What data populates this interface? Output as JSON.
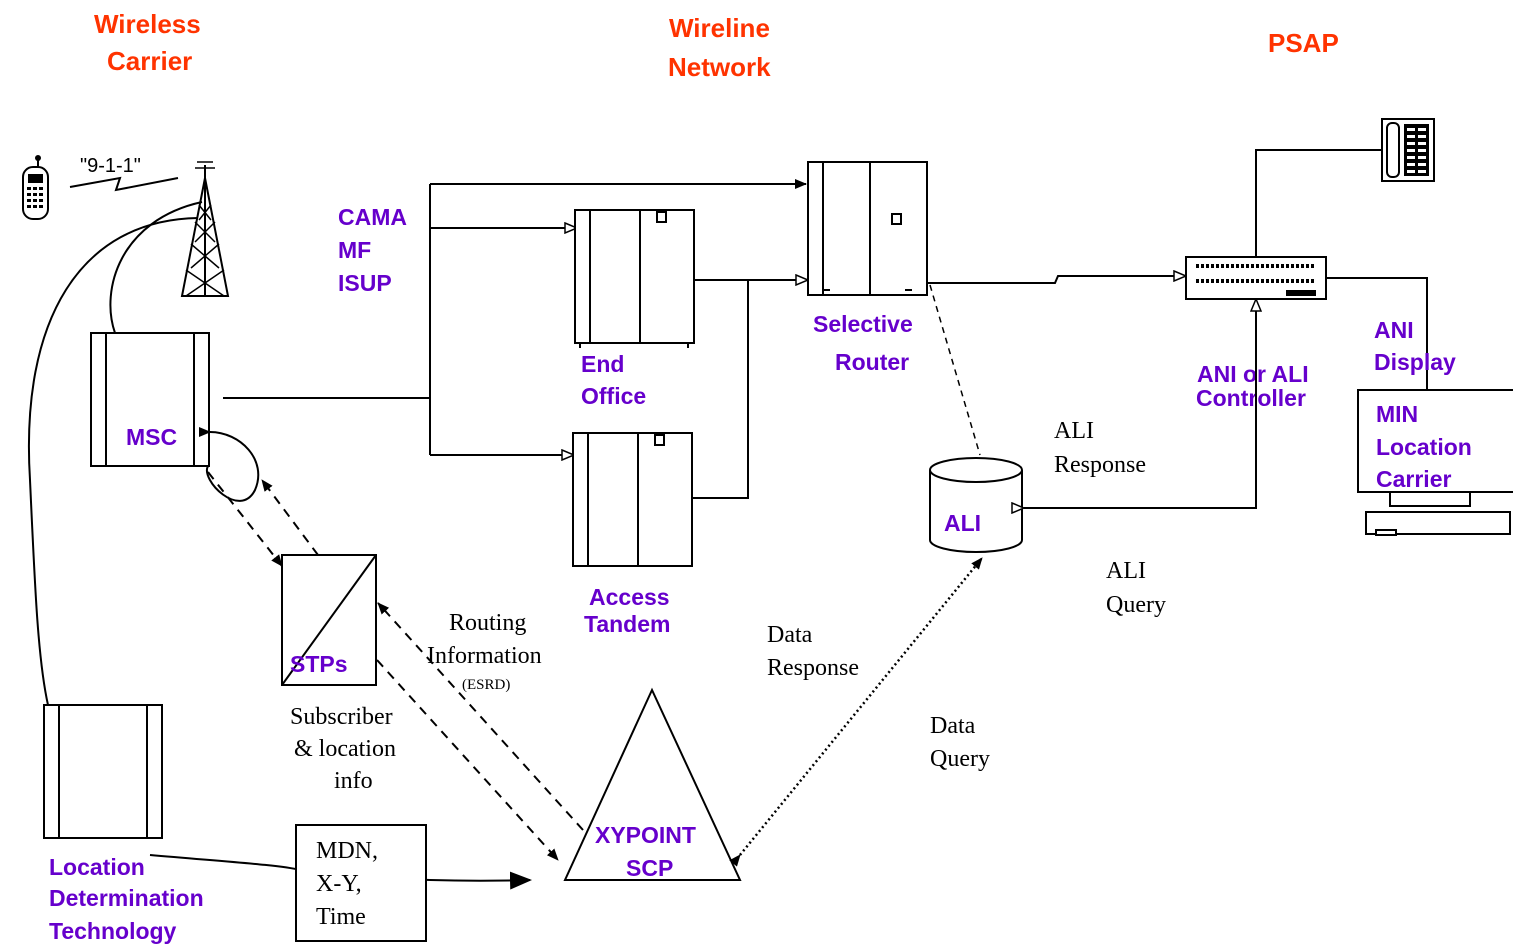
{
  "headers": {
    "wireless": [
      "Wireless",
      "Carrier"
    ],
    "wireline": [
      "Wireline",
      "Network"
    ],
    "psap": "PSAP"
  },
  "call_text": "\"9-1-1\"",
  "trunk_types": [
    "CAMA",
    "MF",
    "ISUP"
  ],
  "nodes": {
    "msc": "MSC",
    "end_office": [
      "End",
      "Office"
    ],
    "access_tandem": [
      "Access",
      "Tandem"
    ],
    "selective_router": [
      "Selective",
      "Router"
    ],
    "stps": "STPs",
    "xypoint": [
      "XYPOINT",
      "SCP"
    ],
    "ali": "ALI",
    "controller": [
      "ANI or ALI",
      "Controller"
    ],
    "ani_display": [
      "ANI",
      "Display"
    ],
    "monitor": [
      "MIN",
      "Location",
      "Carrier"
    ],
    "ldt": [
      "Location",
      "Determination",
      "Technology"
    ]
  },
  "edge_labels": {
    "routing": [
      "Routing",
      "Information"
    ],
    "routing_sub": "(ESRD)",
    "subscriber": [
      "Subscriber",
      "& location",
      "info"
    ],
    "data_response": [
      "Data",
      "Response"
    ],
    "data_query": [
      "Data",
      "Query"
    ],
    "ali_response": [
      "ALI",
      "Response"
    ],
    "ali_query": [
      "ALI",
      "Query"
    ],
    "mdn_box": [
      "MDN,",
      "X-Y,",
      "Time"
    ]
  },
  "colors": {
    "header": "#ff3300",
    "label": "#6600cc",
    "line": "#000000"
  }
}
